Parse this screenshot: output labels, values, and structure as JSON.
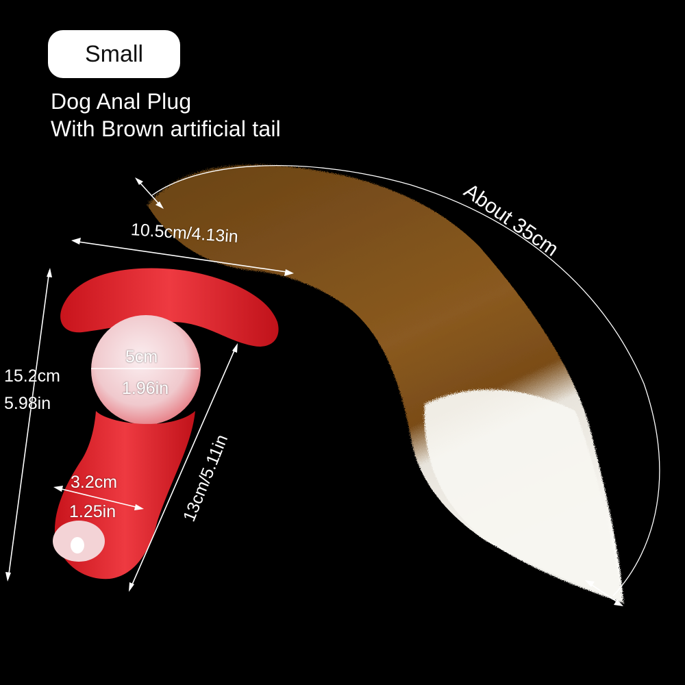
{
  "badge": {
    "label": "Small"
  },
  "headline": {
    "line1": "Dog Anal Plug",
    "line2": "With Brown artificial tail"
  },
  "dimensions": {
    "base_width": "10.5cm/4.13in",
    "total_height_cm": "15.2cm",
    "total_height_in": "5.98in",
    "bulb_cm": "5cm",
    "bulb_in": "1.96in",
    "insertable_length": "13cm/5.11in",
    "tip_cm": "3.2cm",
    "tip_in": "1.25in",
    "tail_length": "About 35cm"
  },
  "colors": {
    "background": "#000000",
    "plug_red": "#e0262e",
    "plug_pale": "#f2d6d8",
    "tail_brown": "#7a4e1c",
    "tail_white": "#f5f3ee"
  }
}
